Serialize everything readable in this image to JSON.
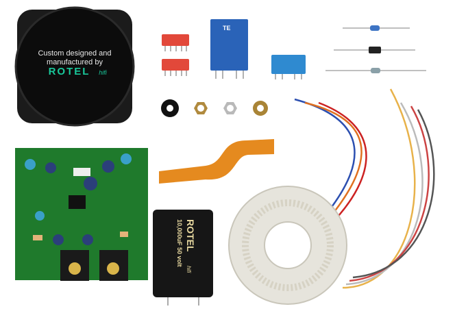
{
  "speaker": {
    "line1": "Custom designed and",
    "line2": "manufactured by",
    "brand": "ROTEL",
    "brand_suffix": "hifi"
  },
  "relay": {
    "brand": "TE"
  },
  "capacitor": {
    "brand": "ROTEL",
    "brand_suffix": "hifi",
    "rating": "10,000uF 50 volt"
  },
  "colors": {
    "background": "#ffffff",
    "brand_teal": "#19c79a",
    "pcb_green": "#1f7a2c",
    "relay_blue": "#2a63b8",
    "dip_red": "#e2483a",
    "flex_orange": "#e58a1f"
  }
}
